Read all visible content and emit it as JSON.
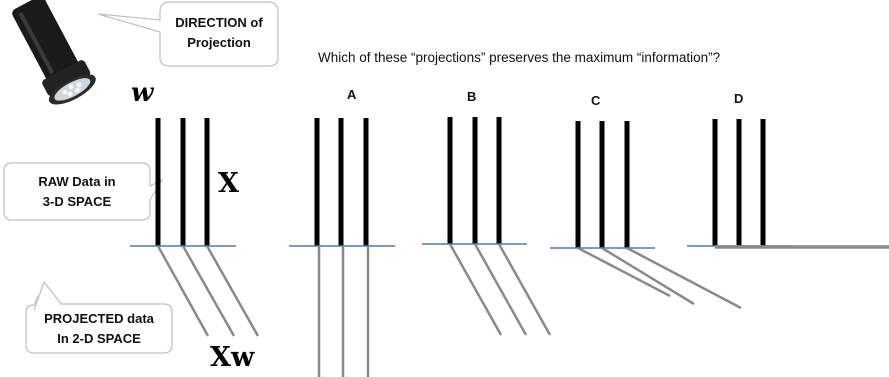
{
  "callouts": {
    "direction_line1": "DIRECTION of",
    "direction_line2": "Projection",
    "raw_line1": "RAW Data in",
    "raw_line2": "3-D SPACE",
    "projected_line1": "PROJECTED data",
    "projected_line2": "In 2-D SPACE"
  },
  "question": "Which of these “projections” preserves the maximum “information”?",
  "math": {
    "w": "w",
    "x": "X",
    "xw": "Xw"
  },
  "options": [
    "A",
    "B",
    "C",
    "D"
  ],
  "colors": {
    "baseline": "#4a78c2",
    "bar": "#000000",
    "projection": "#8a8a8a",
    "callout_border": "#bfbfbf"
  },
  "icons": [
    "flashlight-icon"
  ]
}
